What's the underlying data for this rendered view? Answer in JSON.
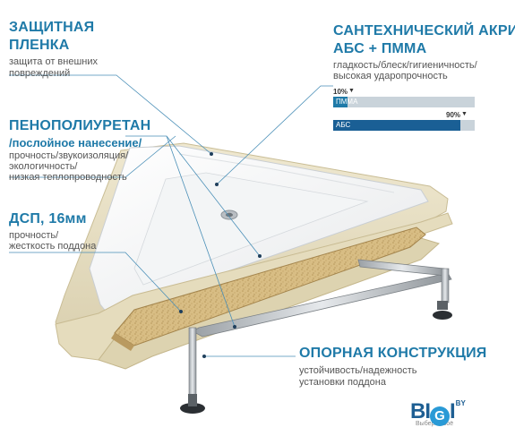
{
  "protective_film": {
    "title_line1": "ЗАЩИТНАЯ",
    "title_line2": "ПЛЕНКА",
    "desc_line1": "защита от внешних",
    "desc_line2": "повреждений"
  },
  "polyurethane": {
    "title": "ПЕНОПОЛИУРЕТАН",
    "subtitle": "/послойное нанесение/",
    "desc_line1": "прочность/звукоизоляция/",
    "desc_line2": "экологичность/",
    "desc_line3": "низкая теплопроводность"
  },
  "chipboard": {
    "title": "ДСП, 16мм",
    "desc_line1": "прочность/",
    "desc_line2": "жесткость поддона"
  },
  "acrylic": {
    "title_line1": "САНТЕХНИЧЕСКИЙ АКРИЛ",
    "title_line2": "АБС + ПММА",
    "desc_line1": "гладкость/блеск/гигиеничность/",
    "desc_line2": "высокая ударопрочность",
    "bars": [
      {
        "label": "ПММА",
        "percent_text": "10%",
        "value": 10,
        "color": "#1f7aa8"
      },
      {
        "label": "АБС",
        "percent_text": "90%",
        "value": 90,
        "color": "#1a5f95"
      }
    ]
  },
  "support": {
    "title": "ОПОРНАЯ КОНСТРУКЦИЯ",
    "desc_line1": "устойчивость/надежность",
    "desc_line2": "установки поддона"
  },
  "logo": {
    "text_left": "BI",
    "text_g": "G",
    "text_right": "I",
    "suffix": "BY",
    "tagline": "Выбери своё"
  },
  "colors": {
    "accent": "#1f7aa8",
    "foam": "#e8e0c4",
    "board": "#d8bd84"
  }
}
